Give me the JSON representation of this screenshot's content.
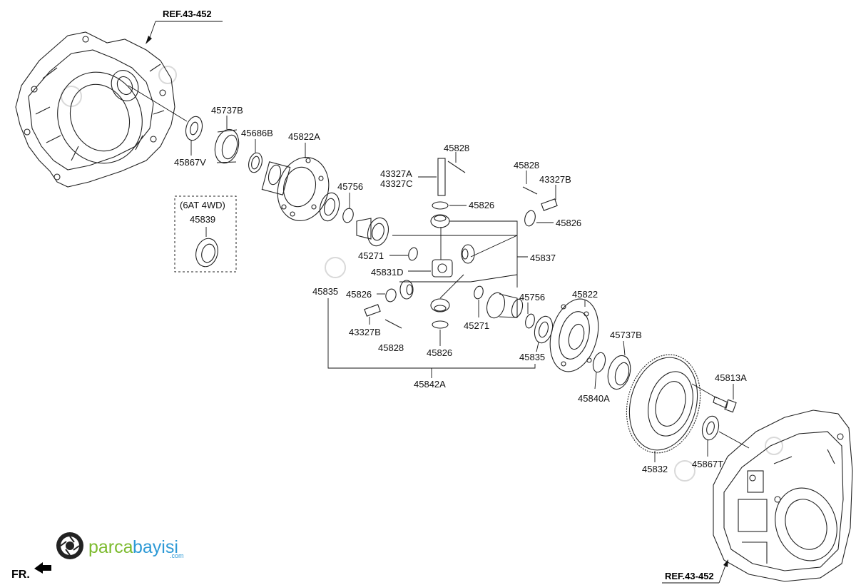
{
  "ref_top": "REF.43-452",
  "ref_bottom": "REF.43-452",
  "front_label": "FR.",
  "variant_box": {
    "line1": "(6AT 4WD)",
    "line2": "45839"
  },
  "brand": {
    "name_a": "parca",
    "name_b": "bayisi",
    "suffix": ".com"
  },
  "labels": {
    "p45737B_top": "45737B",
    "p45686B": "45686B",
    "p45867V": "45867V",
    "p45822A": "45822A",
    "p45828_a": "45828",
    "p43327A": "43327A",
    "p43327C": "43327C",
    "p45826_a": "45826",
    "p45828_b": "45828",
    "p43327B_top": "43327B",
    "p45826_b": "45826",
    "p45756_a": "45756",
    "p45271_a": "45271",
    "p45837": "45837",
    "p45831D": "45831D",
    "p45835_left": "45835",
    "p45826_c": "45826",
    "p45756_b": "45756",
    "p45822": "45822",
    "p45271_b": "45271",
    "p43327B_bot": "43327B",
    "p45828_c": "45828",
    "p45826_d": "45826",
    "p45835_right": "45835",
    "p45737B_bot": "45737B",
    "p45842A": "45842A",
    "p45840A": "45840A",
    "p45813A": "45813A",
    "p45867T": "45867T",
    "p45832": "45832"
  }
}
